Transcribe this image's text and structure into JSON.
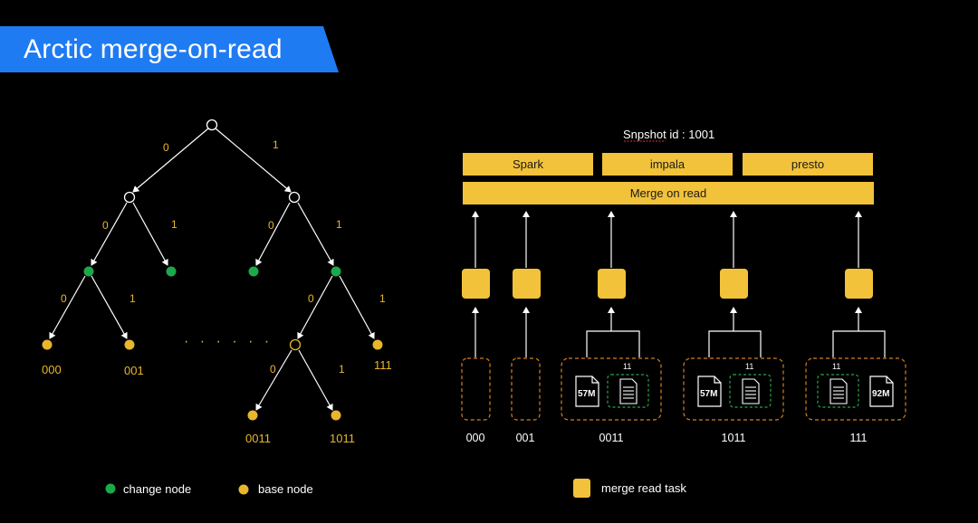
{
  "title": "Arctic merge-on-read",
  "tree": {
    "edge_labels": {
      "root_left": "0",
      "root_right": "1",
      "l1_left": "0",
      "l1_right": "1",
      "r1_left": "0",
      "r1_right": "1",
      "ll_left": "0",
      "ll_right": "1",
      "rr_left": "0",
      "rr_right": "1",
      "rrl_left": "0",
      "rrl_right": "1"
    },
    "leaves": [
      "000",
      "001",
      "111",
      "0011",
      "1011"
    ],
    "ellipsis": "· · · · · ·"
  },
  "snapshot": {
    "label": "Snpshot id : 1001"
  },
  "engines": [
    "Spark",
    "impala",
    "presto"
  ],
  "merge_bar": "Merge on read",
  "partitions": [
    "000",
    "001",
    "0011",
    "1011",
    "111"
  ],
  "files": {
    "change_tag": "11",
    "base_sizes": [
      "57M",
      "57M",
      "92M"
    ]
  },
  "legend": {
    "change_node": "change  node",
    "base_node": "base  node",
    "merge_task": "merge read task"
  },
  "colors": {
    "title_banner": "#1f7bf2",
    "base_node": "#e8b62c",
    "change_node": "#1da84a",
    "task": "#f2c23a",
    "dashed_orange": "#d4801f",
    "dashed_green": "#27a845"
  }
}
